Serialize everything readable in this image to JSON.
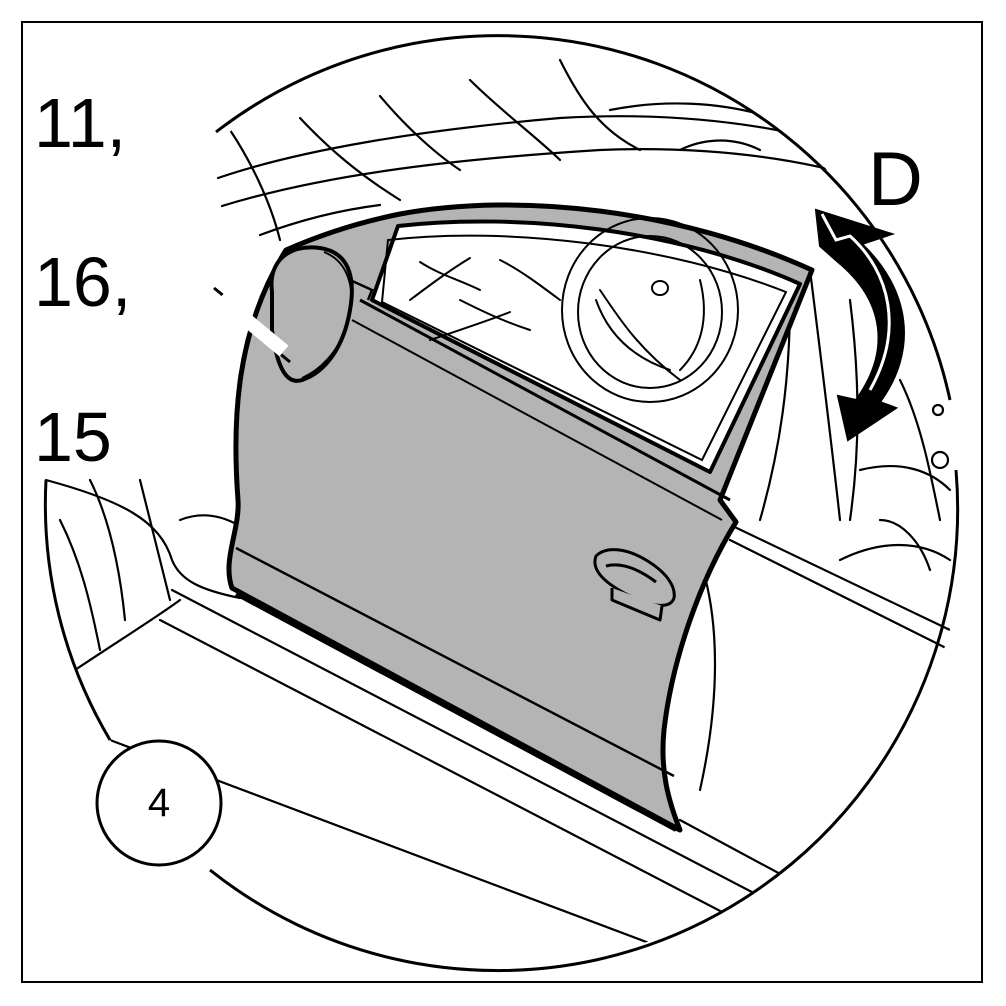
{
  "labels": {
    "part_11": "11,",
    "part_16": "16,",
    "part_15": "15",
    "direction": "D",
    "step": "4"
  },
  "colors": {
    "line": "#000000",
    "door_fill": "#b4b4b4",
    "background": "#ffffff"
  },
  "icons": {
    "direction_arrow": "curved-double-arrow-icon",
    "mirror": "side-mirror-icon",
    "door_handle": "door-handle-icon"
  }
}
